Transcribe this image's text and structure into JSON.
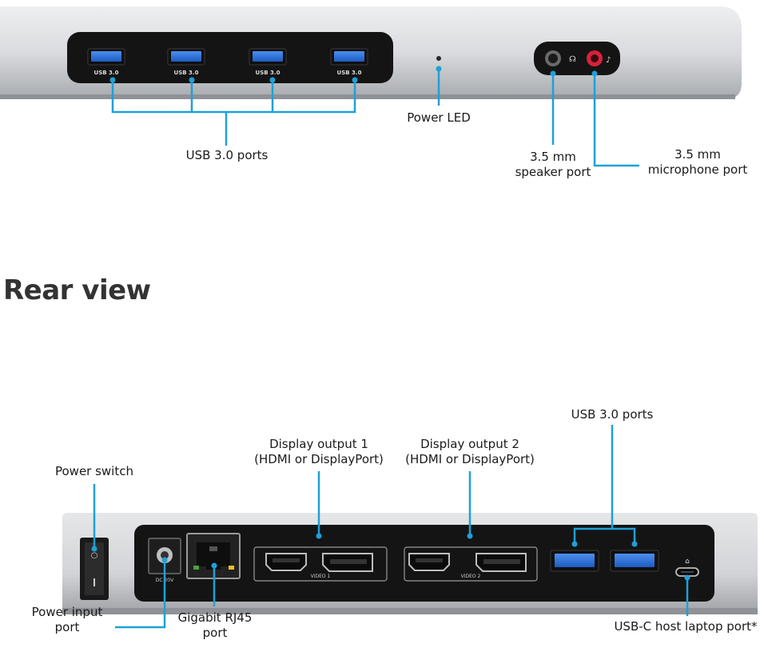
{
  "front": {
    "usb_port_label": "USB 3.0",
    "callouts": {
      "usb_ports": "USB 3.0 ports",
      "power_led": "Power LED",
      "speaker_line1": "3.5 mm",
      "speaker_line2": "speaker port",
      "mic_line1": "3.5 mm",
      "mic_line2": "microphone port"
    }
  },
  "rear": {
    "heading": "Rear view",
    "panel_labels": {
      "dc_input": "DC 20V",
      "video1": "VIDEO 1",
      "video2": "VIDEO 2"
    },
    "callouts": {
      "power_switch": "Power switch",
      "display1_line1": "Display output 1",
      "display1_line2": "(HDMI or DisplayPort)",
      "display2_line1": "Display output 2",
      "display2_line2": "(HDMI or DisplayPort)",
      "usb_ports": "USB 3.0 ports",
      "power_input_line1": "Power input",
      "power_input_line2": "port",
      "rj45_line1": "Gigabit RJ45",
      "rj45_line2": "port",
      "usbc": "USB-C host laptop port*"
    }
  },
  "colors": {
    "callout_line": "#1fa0d8",
    "usb_blue": "#2a6fd6",
    "panel_black": "#141414",
    "chassis_silver": "#c9cbce",
    "mic_pink": "#d8223a"
  }
}
